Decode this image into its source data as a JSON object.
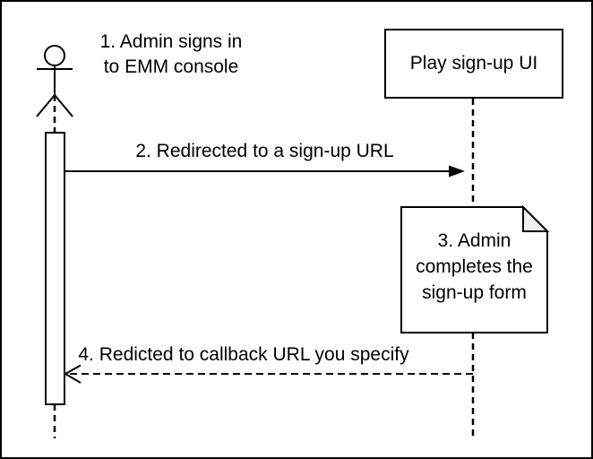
{
  "diagram": {
    "type": "sequence",
    "participants": [
      {
        "id": "admin",
        "kind": "actor",
        "label": "1. Admin signs in\nto EMM console"
      },
      {
        "id": "play-signup-ui",
        "kind": "lifeline-box",
        "label": "Play sign-up UI"
      }
    ],
    "messages": [
      {
        "step": "2",
        "from": "admin",
        "to": "play-signup-ui",
        "line": "solid",
        "arrow": "filled",
        "label": "2. Redirected to a sign-up URL"
      },
      {
        "step": "4",
        "from": "play-signup-ui",
        "to": "admin",
        "line": "dashed",
        "arrow": "open",
        "label": "4. Redicted to callback URL you specify"
      }
    ],
    "note": {
      "attached_to": "play-signup-ui",
      "label": "3. Admin\ncompletes the\nsign-up form"
    },
    "colors": {
      "stroke": "#000000",
      "background": "#ffffff",
      "note_fold": "#f0f0f0"
    }
  }
}
